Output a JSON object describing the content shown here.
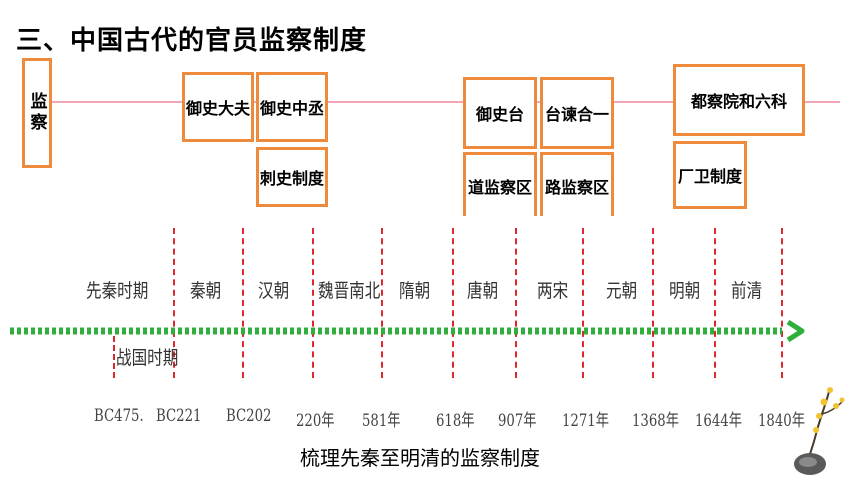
{
  "title": "三、中国古代的官员监察制度",
  "supervision_label": "监察",
  "institutions": {
    "yushi_dafu": "御史大夫",
    "yushi_zhongcheng": "御史中丞",
    "cishi_zhidu": "刺史制度",
    "yushi_tai": "御史台",
    "daojian_chaqu": "道监察区",
    "taijian_heyi": "台谏合一",
    "lujian_chaqu": "路监察区",
    "ducha_yuan": "都察院和六科",
    "changwei_zhidu": "厂卫制度"
  },
  "eras": [
    "先秦时期",
    "秦朝",
    "汉朝",
    "魏晋南北",
    "隋朝",
    "唐朝",
    "两宋",
    "元朝",
    "明朝",
    "前清"
  ],
  "warring_states": "战国时期",
  "years": [
    "BC475.",
    "BC221",
    "BC202",
    "220年",
    "581年",
    "618年",
    "907年",
    "1271年",
    "1368年",
    "1644年",
    "1840年"
  ],
  "caption": "梳理先秦至明清的监察制度",
  "colors": {
    "box_border": "#ee8a3c",
    "divider": "#e0282c",
    "timeline": "#2eae3a",
    "line": "#f2a8b4"
  }
}
